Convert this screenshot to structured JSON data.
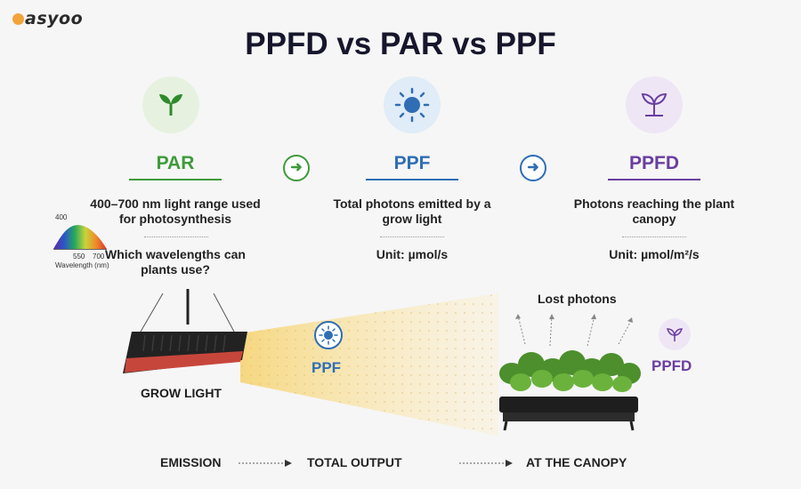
{
  "logo": {
    "text": "asyoo"
  },
  "title": "PPFD vs PAR vs PPF",
  "columns": [
    {
      "key": "par",
      "heading": "PAR",
      "description": "400–700 nm light range used for photosynthesis",
      "extra": "Which wavelengths can plants use?",
      "color": "#3e9b3a",
      "icon": "sprout-icon"
    },
    {
      "key": "ppf",
      "heading": "PPF",
      "description": "Total photons emitted by a grow light",
      "extra": "Unit: µmol/s",
      "color": "#2f6db5",
      "icon": "sun-icon"
    },
    {
      "key": "ppfd",
      "heading": "PPFD",
      "description": "Photons reaching the plant canopy",
      "extra": "Unit: µmol/m²/s",
      "color": "#6a3ea0",
      "icon": "plant-icon"
    }
  ],
  "spectrum": {
    "top_label": "400",
    "mid_label": "550",
    "right_label": "700",
    "axis_label": "Wavelength (nm)"
  },
  "scene": {
    "grow_light_label": "GROW LIGHT",
    "ppf_label": "PPF",
    "ppfd_label": "PPFD",
    "lost_photons_label": "Lost photons"
  },
  "bottom": {
    "emission": "EMISSION",
    "total_output": "TOTAL OUTPUT",
    "at_canopy": "AT THE CANOPY"
  },
  "colors": {
    "par": "#3e9b3a",
    "ppf": "#2f6db5",
    "ppfd": "#6a3ea0",
    "beam": "#f6dc8c"
  }
}
